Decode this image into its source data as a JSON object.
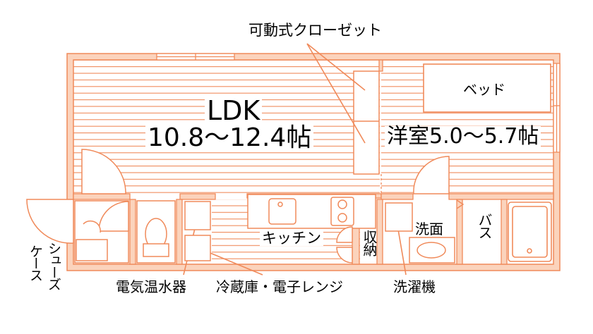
{
  "labels": {
    "closet": "可動式クローゼット",
    "ldk_name": "LDK",
    "ldk_size": "10.8～12.4帖",
    "bedroom": "洋室5.0～5.7帖",
    "bed": "ベッド",
    "kitchen": "キッチン",
    "storage": "収納",
    "washroom": "洗面",
    "bath": "バス",
    "shoe_case_1": "シューズ",
    "shoe_case_2": "ケース",
    "water_heater": "電気温水器",
    "fridge_microwave": "冷蔵庫・電子レンジ",
    "washing_machine": "洗濯機"
  },
  "colors": {
    "line": "#f08a5a",
    "fill": "#fbd3bc",
    "text": "#000000"
  }
}
